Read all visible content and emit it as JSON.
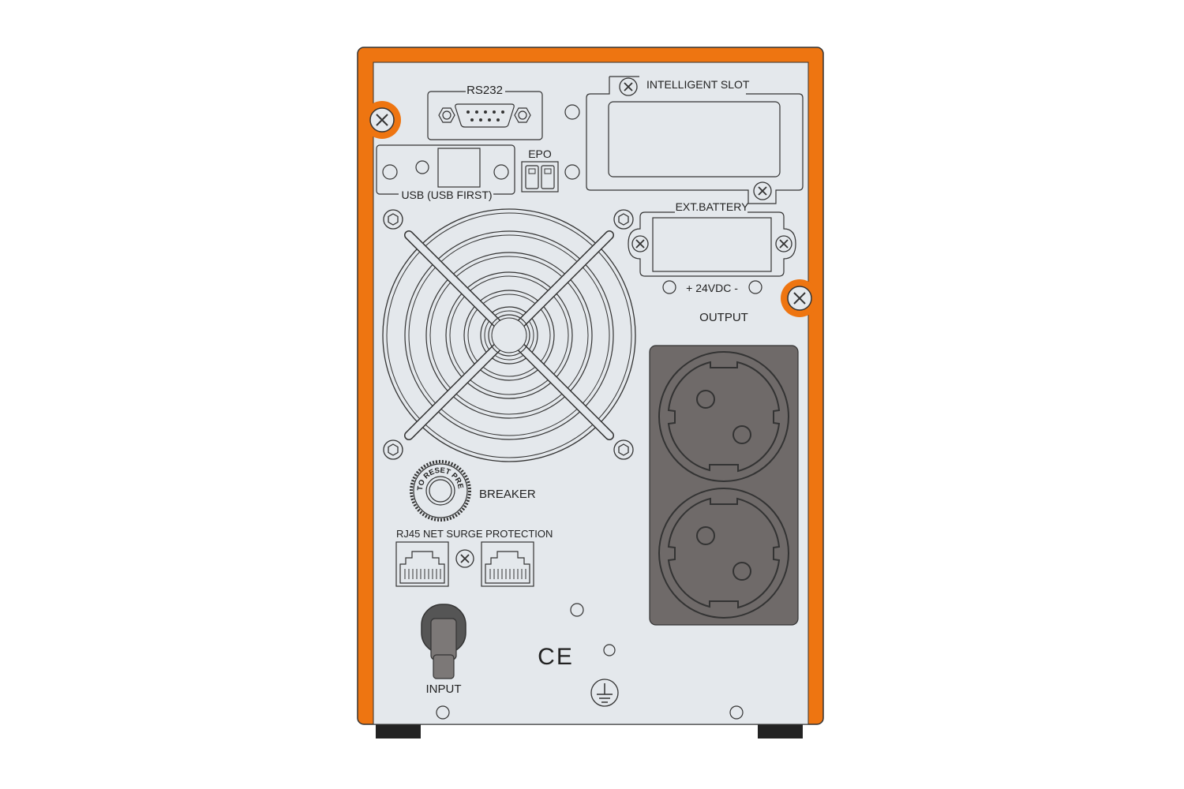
{
  "labels": {
    "rs232": "RS232",
    "intelligent_slot": "INTELLIGENT SLOT",
    "epo": "EPO",
    "usb": "USB (USB FIRST)",
    "ext_battery": "EXT.BATTERY",
    "dc_voltage": "+ 24VDC -",
    "output": "OUTPUT",
    "breaker": "BREAKER",
    "rj45": "RJ45 NET SURGE PROTECTION",
    "input": "INPUT",
    "ce_mark": "CE"
  },
  "breaker_ring_text": "TO RESET PRESS",
  "colors": {
    "housing": "#ee7511",
    "panel": "#e4e8ec",
    "socket_plate": "#6f6a69",
    "outline": "#333333",
    "feet": "#222222"
  },
  "icons": [
    "screw-icon",
    "db9-connector-icon",
    "usb-port-icon",
    "epo-terminal-icon",
    "fan-grille-icon",
    "breaker-button-icon",
    "rj45-port-icon",
    "schuko-socket-icon",
    "power-cord-icon",
    "ground-symbol-icon",
    "ce-mark-icon"
  ]
}
